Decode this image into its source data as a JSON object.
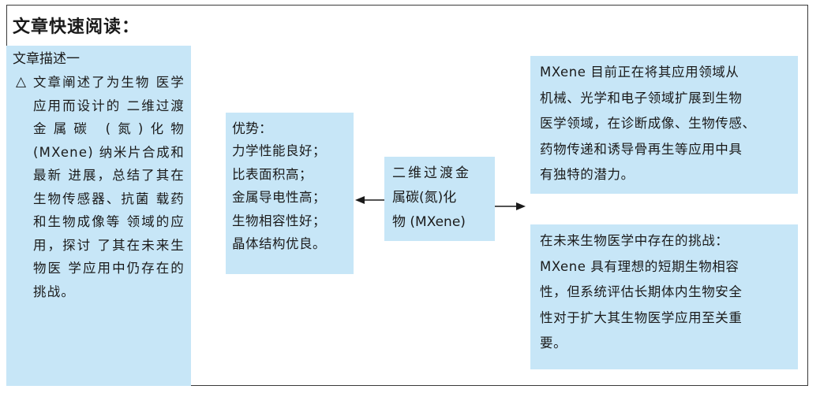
{
  "title": "文章快速阅读：",
  "summary": {
    "heading": "文章描述一",
    "marker": "△",
    "lines": [
      "文章阐述了为生物",
      "医学应用而设计的",
      "二维过渡金属碳",
      "(氮)化物 (MXene)",
      "纳米片合成和最新",
      "进展，总结了其在",
      "生物传感器、抗菌",
      "载药和生物成像等",
      "领域的应用，探讨",
      "了其在未来生物医",
      "学应用中仍存在的",
      "挑战。"
    ]
  },
  "center": {
    "lines": [
      "二维过渡金",
      "属碳(氮)化",
      "物 (MXene)"
    ]
  },
  "advantages": {
    "title": "优势：",
    "items": [
      "力学性能良好；",
      "比表面积高；",
      "金属导电性高；",
      "生物相容性好；",
      "晶体结构优良。"
    ]
  },
  "application": {
    "lines": [
      "MXene 目前正在将其应用领域从",
      "机械、光学和电子领域扩展到生物",
      "医学领域，在诊断成像、生物传感、",
      "药物传递和诱导骨再生等应用中具",
      "有独特的潜力。"
    ]
  },
  "challenge": {
    "lines": [
      "在未来生物医学中存在的挑战：",
      "MXene 具有理想的短期生物相容",
      "性，但系统评估长期体内生物安全",
      "性对于扩大其生物医学应用至关重",
      "要。"
    ]
  },
  "colors": {
    "box_fill": "#c7e6f7",
    "frame": "#3a3a3a",
    "text": "#1a1a1a"
  }
}
